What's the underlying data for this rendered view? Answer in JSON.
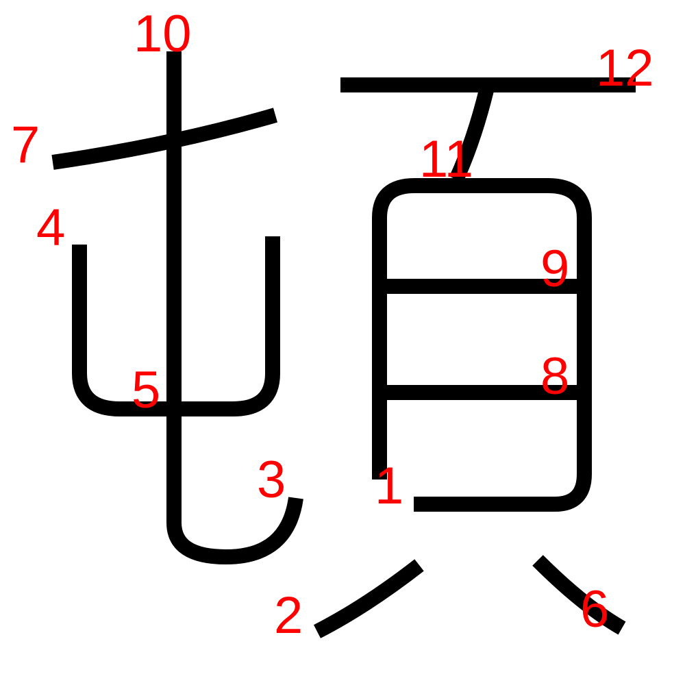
{
  "character": "頓",
  "stroke_color": "#000000",
  "label_color": "#ff0000",
  "stroke_labels": [
    "1",
    "2",
    "3",
    "4",
    "5",
    "6",
    "7",
    "8",
    "9",
    "10",
    "11",
    "12"
  ]
}
